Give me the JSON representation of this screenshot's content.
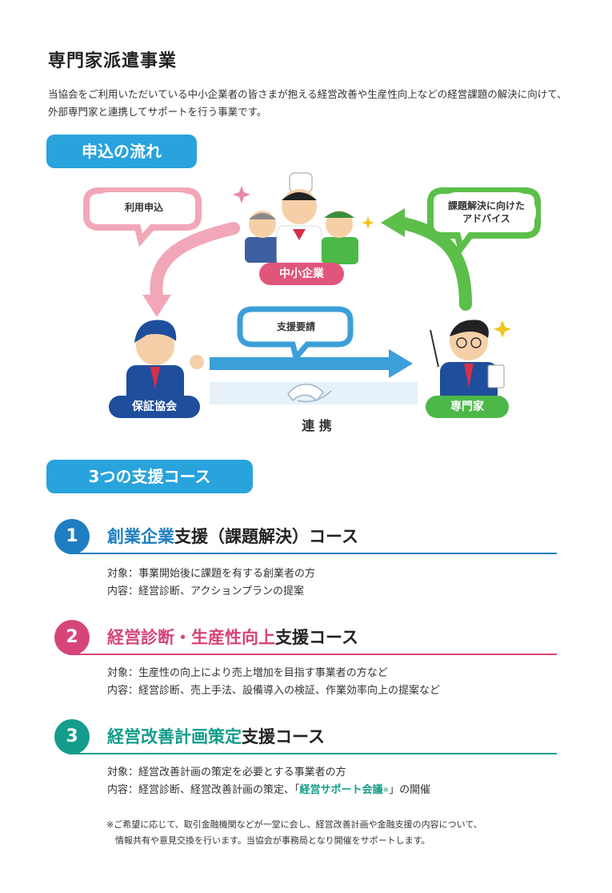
{
  "page_title": "専門家派遣事業",
  "intro": "当協会をご利用いただいている中小企業者の皆さまが抱える経営改善や生産性向上などの経営課題の解決に向けて、外部専門家と連携してサポートを行う事業です。",
  "flow": {
    "heading": "申込の流れ",
    "bubble_apply": "利用申込",
    "bubble_advice_line1": "課題解決に向けた",
    "bubble_advice_line2": "アドバイス",
    "bubble_request": "支援要請",
    "label_sme": "中小企業",
    "label_association": "保証協会",
    "label_expert": "専門家",
    "label_link": "連 携",
    "colors": {
      "blue": "#29a3dc",
      "pink": "#e8728f",
      "green": "#4cb848",
      "navy": "#1f4e9c",
      "red": "#d62f4a"
    }
  },
  "courses": {
    "heading": "3つの支援コース",
    "items": [
      {
        "num": "1",
        "title_hl": "創業企業",
        "title_rest": "支援（課題解決）コース",
        "target": "対象：事業開始後に課題を有する創業者の方",
        "content": "内容：経営診断、アクションプランの提案",
        "color": "#1f7ec2"
      },
      {
        "num": "2",
        "title_hl": "経営診断・生産性向上",
        "title_rest": "支援コース",
        "target": "対象：生産性の向上により売上増加を目指す事業者の方など",
        "content": "内容：経営診断、売上手法、設備導入の検証、作業効率向上の提案など",
        "color": "#d6457a"
      },
      {
        "num": "3",
        "title_hl": "経営改善計画策定",
        "title_rest": "支援コース",
        "target": "対象：経営改善計画の策定を必要とする事業者の方",
        "content_prefix": "内容：経営診断、経営改善計画の策定、「",
        "content_hl": "経営サポート会議",
        "content_mark": "※",
        "content_suffix": "」の開催",
        "color": "#139d8a"
      }
    ]
  },
  "note_line1": "※ご希望に応じて、取引金融機関などが一堂に会し、経営改善計画や金融支援の内容について、",
  "note_line2": "情報共有や意見交換を行います。当協会が事務局となり開催をサポートします。"
}
